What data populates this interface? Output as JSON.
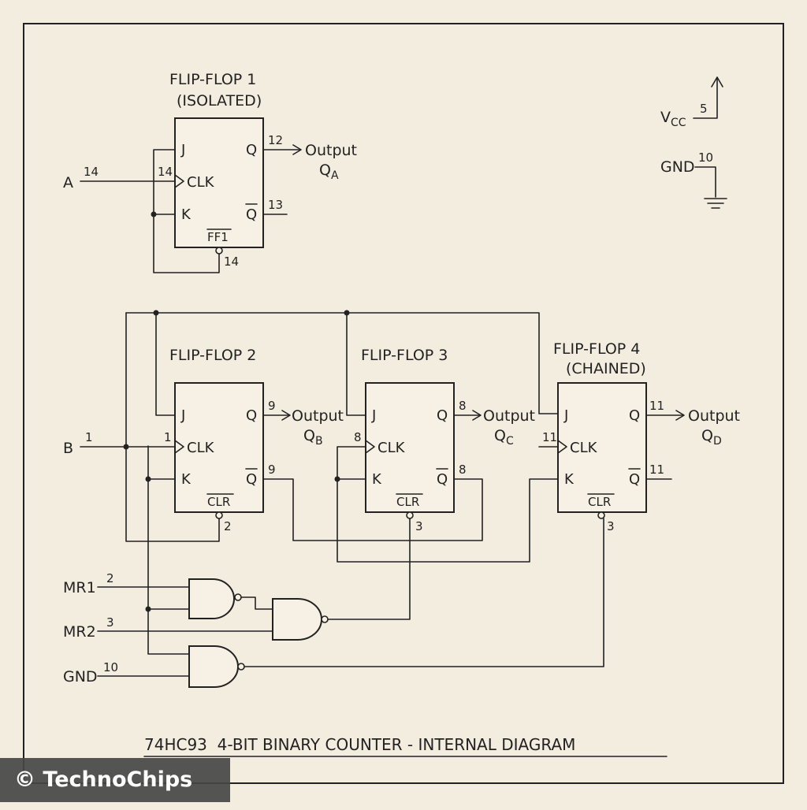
{
  "title": "74HC93  4-BIT BINARY COUNTER - INTERNAL DIAGRAM",
  "watermark": "© TechnoChips",
  "power": {
    "vcc_label": "V",
    "vcc_sub": "CC",
    "vcc_pin": "5",
    "gnd_label": "GND",
    "gnd_pin": "10"
  },
  "ff1": {
    "title": "FLIP-FLOP 1",
    "subtitle": "(ISOLATED)",
    "j": "J",
    "clk": "CLK",
    "k": "K",
    "q": "Q",
    "qbar": "Q",
    "name": "FF1",
    "q_pin": "12",
    "qbar_pin": "13",
    "clk_pin": "14",
    "clr_pin": "14",
    "output_label": "Output",
    "output_name": "Q",
    "output_sub": "A"
  },
  "ff2": {
    "title": "FLIP-FLOP 2",
    "j": "J",
    "clk": "CLK",
    "k": "K",
    "q": "Q",
    "qbar": "Q",
    "clr": "CLR",
    "q_pin": "9",
    "qbar_pin": "9",
    "clk_pin": "1",
    "clr_pin": "2",
    "output_label": "Output",
    "output_name": "Q",
    "output_sub": "B"
  },
  "ff3": {
    "title": "FLIP-FLOP 3",
    "j": "J",
    "clk": "CLK",
    "k": "K",
    "q": "Q",
    "qbar": "Q",
    "clr": "CLR",
    "q_pin": "8",
    "qbar_pin": "8",
    "clk_pin": "8",
    "clr_pin": "3",
    "output_label": "Output",
    "output_name": "Q",
    "output_sub": "C"
  },
  "ff4": {
    "title": "FLIP-FLOP 4",
    "subtitle": "(CHAINED)",
    "j": "J",
    "clk": "CLK",
    "k": "K",
    "q": "Q",
    "qbar": "Q",
    "clr": "CLR",
    "q_pin": "11",
    "qbar_pin": "11",
    "clk_pin": "11",
    "clr_pin": "3",
    "output_label": "Output",
    "output_name": "Q",
    "output_sub": "D"
  },
  "inputs": {
    "a": {
      "label": "A",
      "pin": "14"
    },
    "b": {
      "label": "B",
      "pin": "1"
    },
    "mr1": {
      "label": "MR1",
      "pin": "2"
    },
    "mr2": {
      "label": "MR2",
      "pin": "3"
    },
    "gnd": {
      "label": "GND",
      "pin": "10"
    }
  }
}
